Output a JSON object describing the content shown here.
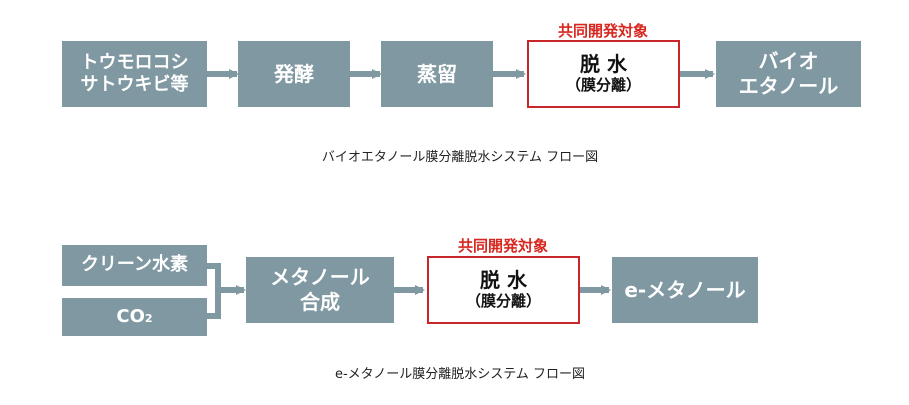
{
  "diagram1": {
    "tag": "共同開発対象",
    "steps": [
      {
        "line1": "トウモロコシ",
        "line2": "サトウキビ等"
      },
      {
        "line1": "発酵"
      },
      {
        "line1": "蒸留"
      },
      {
        "line1": "脱 水",
        "line2": "（膜分離）"
      },
      {
        "line1": "バイオ",
        "line2": "エタノール"
      }
    ],
    "caption": "バイオエタノール膜分離脱水システム フロー図"
  },
  "diagram2": {
    "tag": "共同開発対象",
    "inputs": [
      {
        "line1": "クリーン水素"
      },
      {
        "co_main": "CO",
        "co_sub": "2"
      }
    ],
    "steps": [
      {
        "line1": "メタノール",
        "line2": "合成"
      },
      {
        "line1": "脱 水",
        "line2": "（膜分離）"
      },
      {
        "line1": "e-メタノール"
      }
    ],
    "caption": "e-メタノール膜分離脱水システム フロー図"
  },
  "colors": {
    "box_fill": "#7f98a1",
    "highlight_border": "#c8262b",
    "tag_text": "#d8261f"
  }
}
